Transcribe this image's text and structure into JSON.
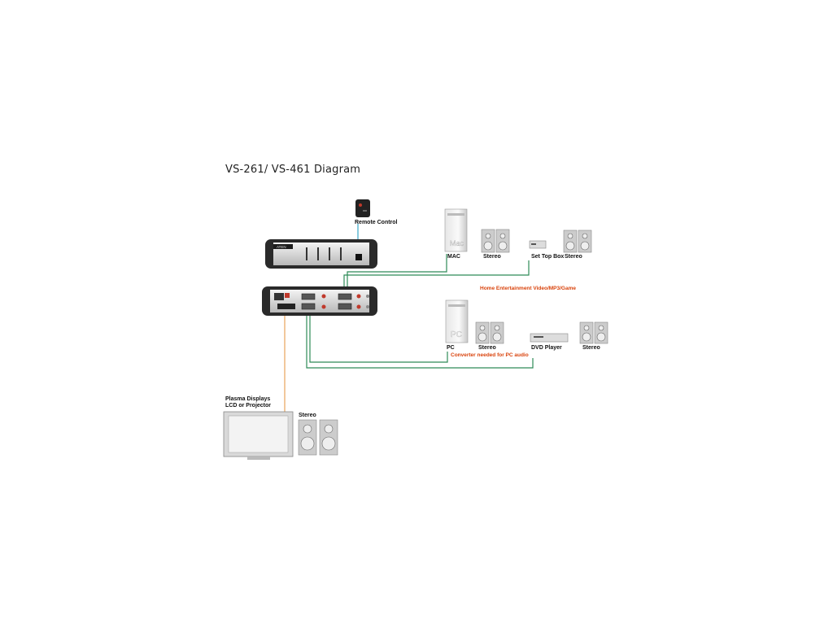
{
  "title": "VS-261/ VS-461 Diagram",
  "labels": {
    "remote_control": "Remote Control",
    "mac": "MAC",
    "stereo_mac": "Stereo",
    "set_top_box": "Set Top Box",
    "stereo_stb": "Stereo",
    "home_entertainment": "Home Entertainment Video/MP3/Game",
    "pc": "PC",
    "stereo_pc": "Stereo",
    "dvd_player": "DVD Player",
    "stereo_dvd": "Stereo",
    "converter_note": "Converter needed for PC audio",
    "display_line1": "Plasma Displays",
    "display_line2": "LCD or Projector",
    "stereo_display": "Stereo"
  },
  "device_marks": {
    "switch_logo": "ATEN",
    "mac_tower_text": "Mac",
    "pc_tower_text": "PC"
  },
  "colors": {
    "video_cable": "#2e8b57",
    "remote_cable": "#3aa7c8",
    "output_cable": "#e8a35a",
    "note_text": "#d9430c"
  }
}
